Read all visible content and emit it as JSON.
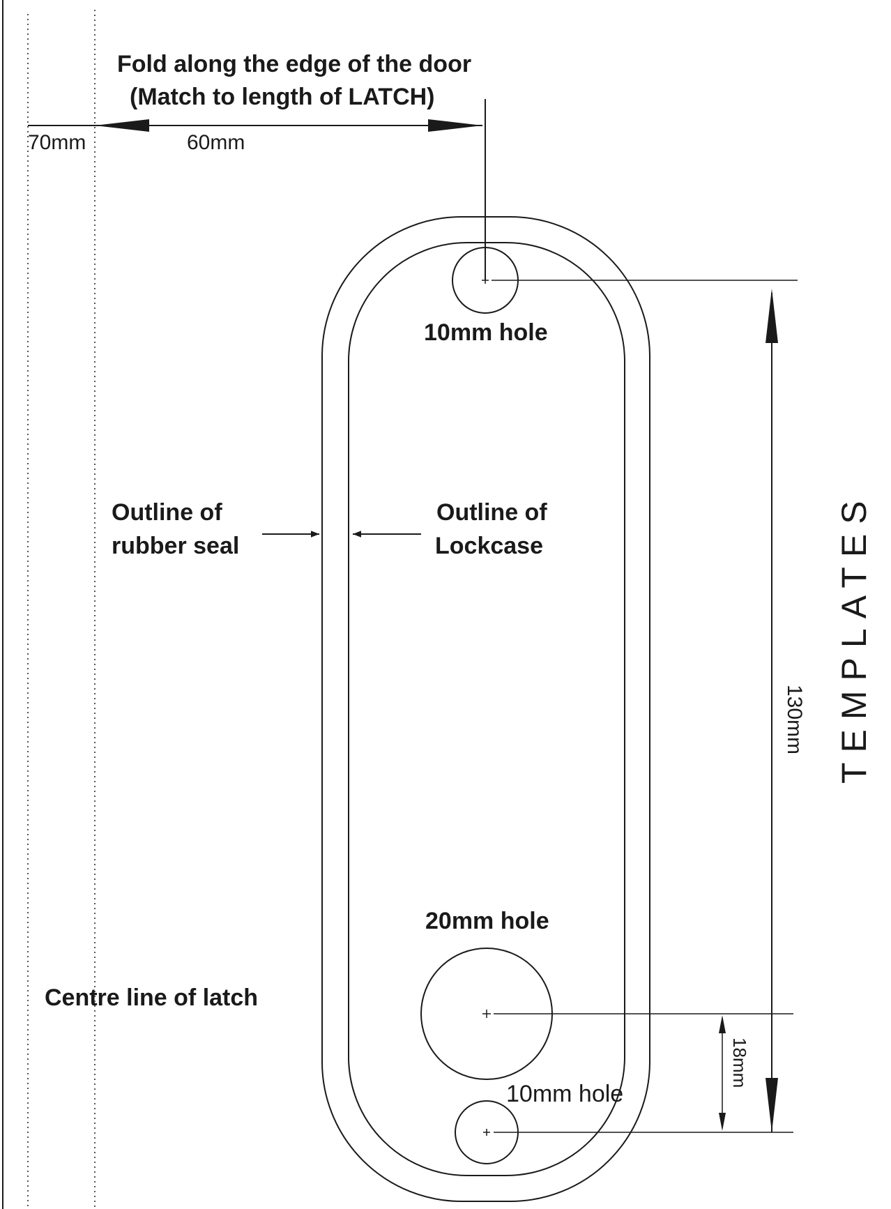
{
  "diagram": {
    "fold_instruction": {
      "line1": "Fold along the edge of the door",
      "line2": "(Match to length of LATCH)"
    },
    "dimensions": {
      "left_offset": "70mm",
      "fold_distance": "60mm",
      "total_length": "130mm",
      "bottom_spacing": "18mm"
    },
    "labels": {
      "top_hole": "10mm hole",
      "middle_hole": "20mm hole",
      "bottom_hole": "10mm hole",
      "rubber_seal_line1": "Outline of",
      "rubber_seal_line2": "rubber seal",
      "lockcase_line1": "Outline of",
      "lockcase_line2": "Lockcase",
      "centre_line": "Centre line of latch",
      "title": "TEMPLATES"
    },
    "colors": {
      "stroke": "#1a1a1a",
      "background": "#ffffff"
    }
  }
}
